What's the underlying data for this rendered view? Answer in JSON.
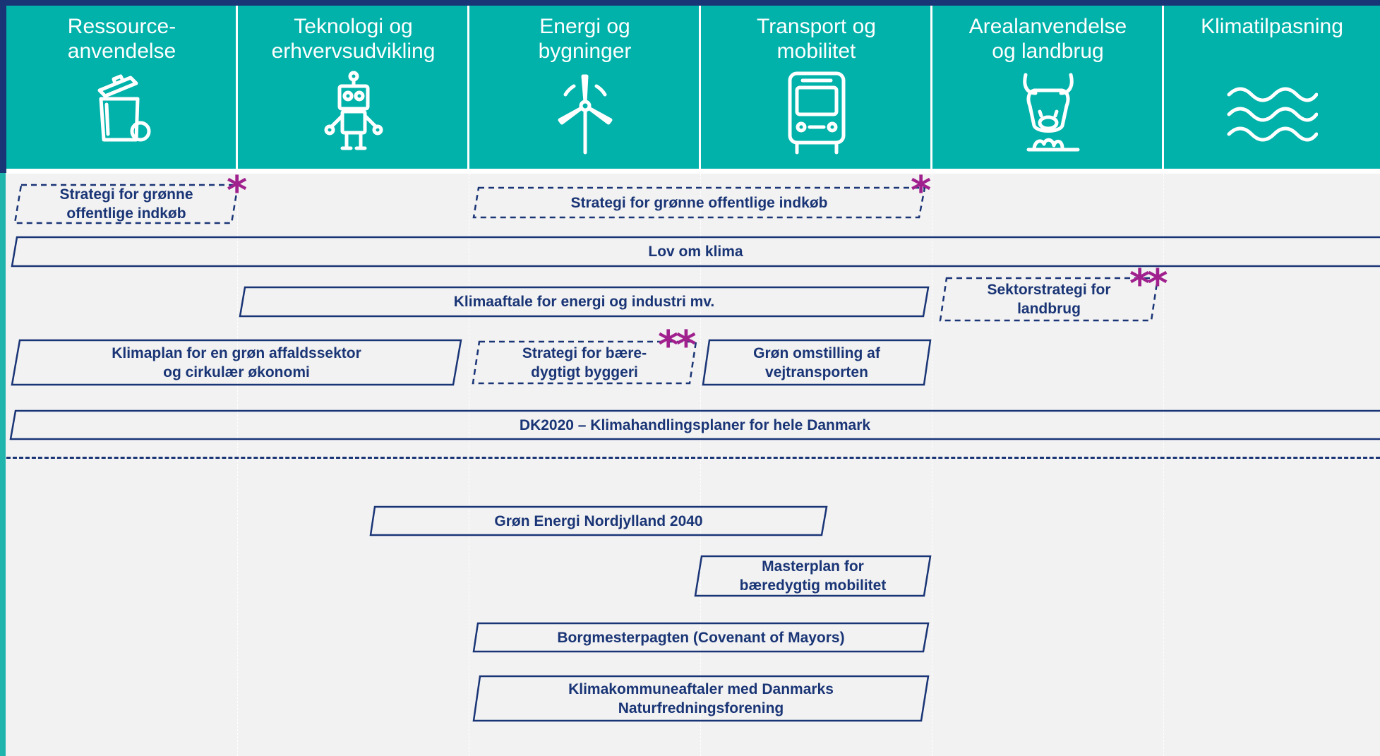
{
  "colors": {
    "header": "#00b2aa",
    "navy": "#1a3576",
    "asterisk": "#a0218e",
    "background": "#f2f2f2"
  },
  "columns": [
    {
      "id": "ressource",
      "line1": "Ressource-",
      "line2": "anvendelse",
      "icon": "trash-bin-icon"
    },
    {
      "id": "teknologi",
      "line1": "Teknologi og",
      "line2": "erhvervsudvikling",
      "icon": "robot-icon"
    },
    {
      "id": "energi",
      "line1": "Energi og",
      "line2": "bygninger",
      "icon": "wind-turbine-icon"
    },
    {
      "id": "transport",
      "line1": "Transport og",
      "line2": "mobilitet",
      "icon": "bus-icon"
    },
    {
      "id": "areal",
      "line1": "Arealanvendelse",
      "line2": "og landbrug",
      "icon": "cow-icon"
    },
    {
      "id": "klima",
      "line1": "Klimatilpasning",
      "line2": "",
      "icon": "waves-icon"
    }
  ],
  "initiatives": {
    "strategi_groenne_1": {
      "line1": "Strategi for grønne",
      "line2": "offentlige indkøb",
      "style": "dashed",
      "marker": "*"
    },
    "strategi_groenne_2": {
      "line1": "Strategi for grønne offentlige indkøb",
      "line2": "",
      "style": "dashed",
      "marker": "*"
    },
    "lov_om_klima": {
      "line1": "Lov om klima",
      "line2": "",
      "style": "solid",
      "marker": ""
    },
    "klimaaftale": {
      "line1": "Klimaaftale for energi og industri mv.",
      "line2": "",
      "style": "solid",
      "marker": ""
    },
    "sektorstrategi": {
      "line1": "Sektorstrategi for",
      "line2": "landbrug",
      "style": "dashed",
      "marker": "**"
    },
    "klimaplan_affald": {
      "line1": "Klimaplan for en grøn affaldssektor",
      "line2": "og cirkulær økonomi",
      "style": "solid",
      "marker": ""
    },
    "strategi_baere": {
      "line1": "Strategi for bære-",
      "line2": "dygtigt byggeri",
      "style": "dashed",
      "marker": "**"
    },
    "groen_omstilling": {
      "line1": "Grøn omstilling af",
      "line2": "vejtransporten",
      "style": "solid",
      "marker": ""
    },
    "dk2020": {
      "line1": "DK2020 – Klimahandlingsplaner for hele Danmark",
      "line2": "",
      "style": "solid",
      "marker": ""
    },
    "groen_energi": {
      "line1": "Grøn Energi Nordjylland 2040",
      "line2": "",
      "style": "solid",
      "marker": ""
    },
    "masterplan": {
      "line1": "Masterplan for",
      "line2": "bæredygtig mobilitet",
      "style": "solid",
      "marker": ""
    },
    "borgmester": {
      "line1": "Borgmesterpagten (Covenant of Mayors)",
      "line2": "",
      "style": "solid",
      "marker": ""
    },
    "klimakommune": {
      "line1": "Klimakommuneaftaler med Danmarks",
      "line2": "Naturfredningsforening",
      "style": "solid",
      "marker": ""
    }
  }
}
